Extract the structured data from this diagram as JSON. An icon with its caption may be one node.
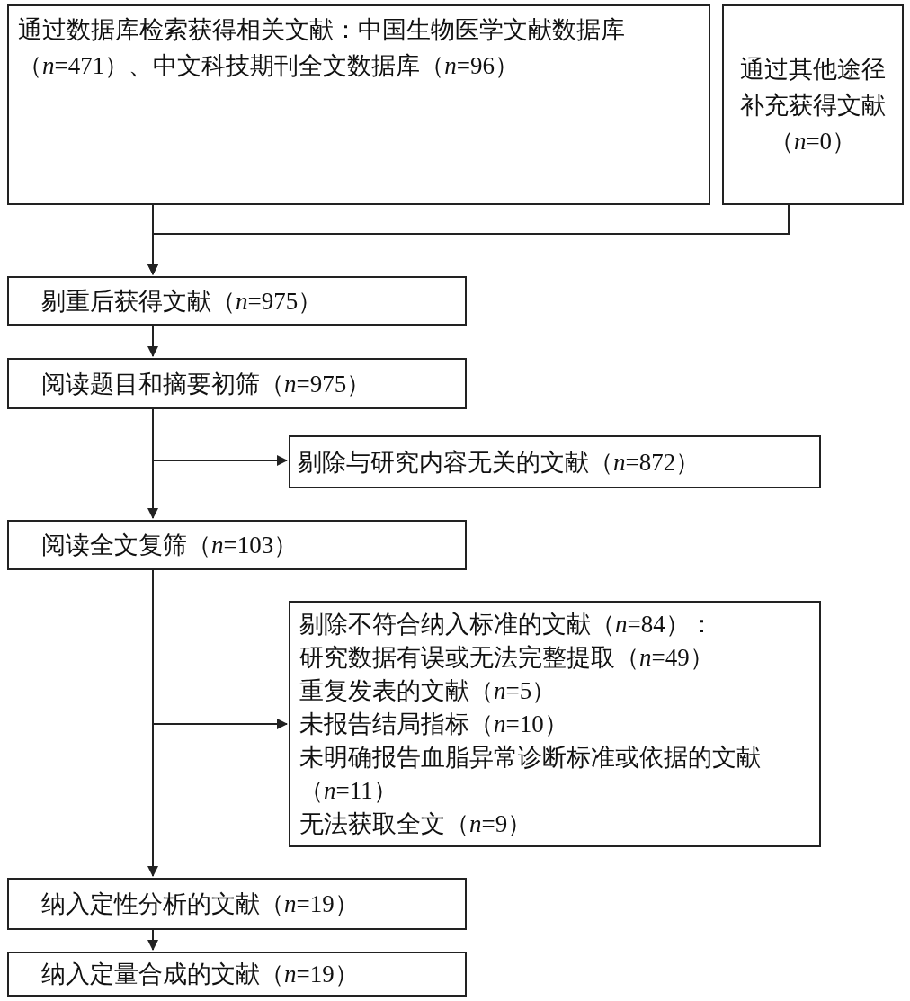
{
  "diagram": {
    "nodes": [
      {
        "text": [
          "通过数据库检索获得相关文献：中国生物医学文献数据库（*n*=471）、中文科技期刊全文数据库（*n*=96）"
        ]
      },
      {
        "text": [
          "通过其他途径补充获得文献（*n*=0）"
        ]
      },
      {
        "text": [
          "剔重后获得文献（*n*=975）"
        ]
      },
      {
        "text": [
          "阅读题目和摘要初筛（*n*=975）"
        ]
      },
      {
        "text": [
          "剔除与研究内容无关的文献（*n*=872）"
        ]
      },
      {
        "text": [
          "阅读全文复筛（*n*=103）"
        ]
      },
      {
        "text": [
          "剔除不符合纳入标准的文献（*n*=84）：",
          "研究数据有误或无法完整提取（*n*=49）",
          "重复发表的文献（*n*=5）",
          "未报告结局指标（*n*=10）",
          "未明确报告血脂异常诊断标准或依据的文献（*n*=11）",
          "无法获取全文（*n*=9）"
        ]
      },
      {
        "text": [
          "纳入定性分析的文献（*n*=19）"
        ]
      },
      {
        "text": [
          "纳入定量合成的文献（*n*=19）"
        ]
      }
    ],
    "edges": [
      {
        "from": 0,
        "to": 2,
        "arrow": "to"
      },
      {
        "from": 1,
        "to": 2,
        "arrow": "to"
      },
      {
        "from": 2,
        "to": 3,
        "arrow": "to"
      },
      {
        "from": 3,
        "to": 4,
        "arrow": "to"
      },
      {
        "from": 3,
        "to": 5,
        "arrow": "to"
      },
      {
        "from": 5,
        "to": 6,
        "arrow": "to"
      },
      {
        "from": 5,
        "to": 7,
        "arrow": "to"
      },
      {
        "from": 7,
        "to": 8,
        "arrow": "to"
      }
    ]
  }
}
